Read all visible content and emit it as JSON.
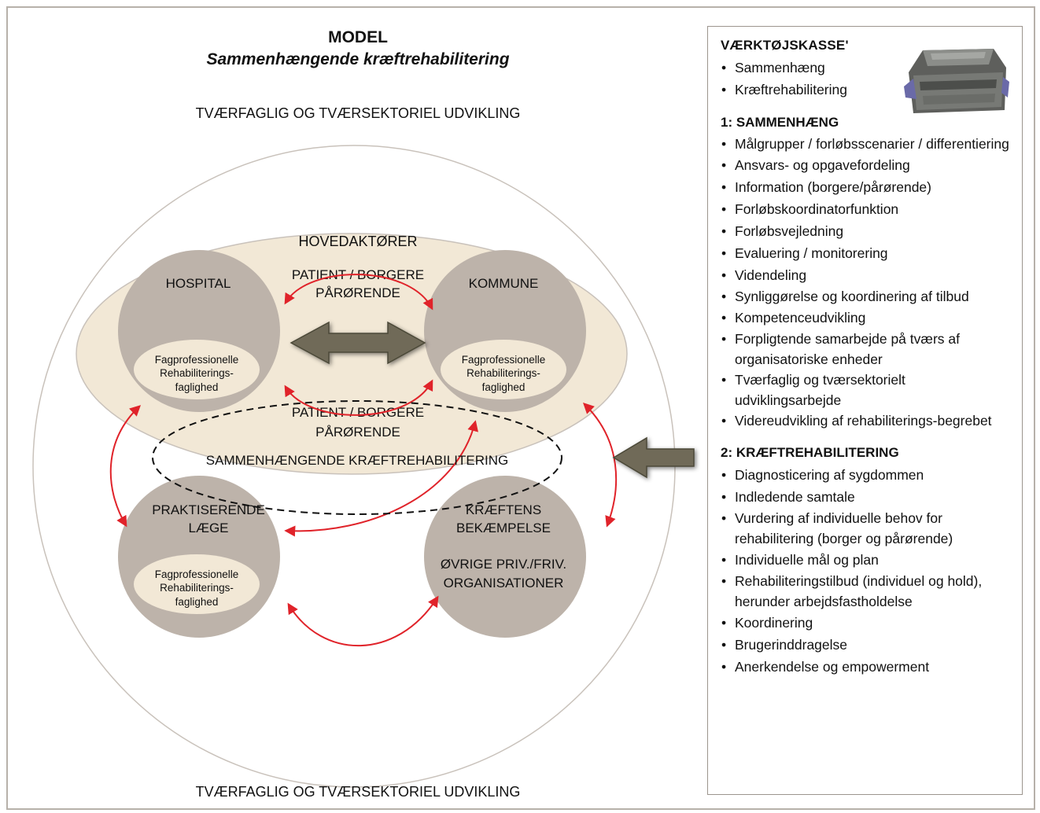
{
  "model": {
    "title": "MODEL",
    "subtitle": "Sammenhængende kræftrehabilitering",
    "top_label": "TVÆRFAGLIG OG TVÆRSEKTORIEL UDVIKLING",
    "bottom_label": "TVÆRFAGLIG OG TVÆRSEKTORIEL UDVIKLING",
    "main_actors": "HOVEDAKTØRER",
    "hospital": "HOSPITAL",
    "kommune": "KOMMUNE",
    "patient_top": [
      "PATIENT / BORGERE",
      "PÅRØRENDE"
    ],
    "patient_bottom": [
      "PATIENT / BORGERE",
      "PÅRØRENDE"
    ],
    "fag": [
      "Fagprofessionelle",
      "Rehabiliterings-",
      "faglighed"
    ],
    "sammen": "SAMMENHÆNGENDE KRÆFTREHABILITERING",
    "laege": [
      "PRAKTISERENDE",
      "LÆGE"
    ],
    "kraeftens": [
      "KRÆFTENS",
      "BEKÆMPELSE"
    ],
    "oevrige": [
      "ØVRIGE PRIV./FRIV.",
      "ORGANISATIONER"
    ]
  },
  "colors": {
    "grey_circle": "#bdb3aa",
    "beige": "#f2e8d6",
    "outer_line": "#c9c2bb",
    "red_arrow": "#e0232a",
    "olive_arrow": "#6f6a58"
  },
  "toolbox": {
    "title": "VÆRKTØJSKASSE'",
    "intro": [
      "Sammenhæng",
      "Kræftrehabilitering"
    ],
    "section1": {
      "heading": "1: SAMMENHÆNG",
      "items": [
        "Målgrupper / forløbsscenarier / differentiering",
        "Ansvars- og opgavefordeling",
        "Information (borgere/pårørende)",
        "Forløbskoordinatorfunktion",
        "Forløbsvejledning",
        "Evaluering / monitorering",
        "Videndeling",
        "Synliggørelse og koordinering af tilbud",
        "Kompetenceudvikling",
        "Forpligtende samarbejde på tværs af organisatoriske enheder",
        "Tværfaglig og tværsektorielt udviklingsarbejde",
        "Videreudvikling af rehabiliterings-begrebet"
      ]
    },
    "section2": {
      "heading": "2: KRÆFTREHABILITERING",
      "items": [
        "Diagnosticering af sygdommen",
        "Indledende samtale",
        "Vurdering af individuelle behov for rehabilitering (borger og pårørende)",
        "Individuelle mål og plan",
        "Rehabiliteringstilbud (individuel og hold), herunder arbejdsfastholdelse",
        "Koordinering",
        "Brugerinddragelse",
        "Anerkendelse og empowerment"
      ]
    },
    "icon": "toolbox-icon"
  }
}
